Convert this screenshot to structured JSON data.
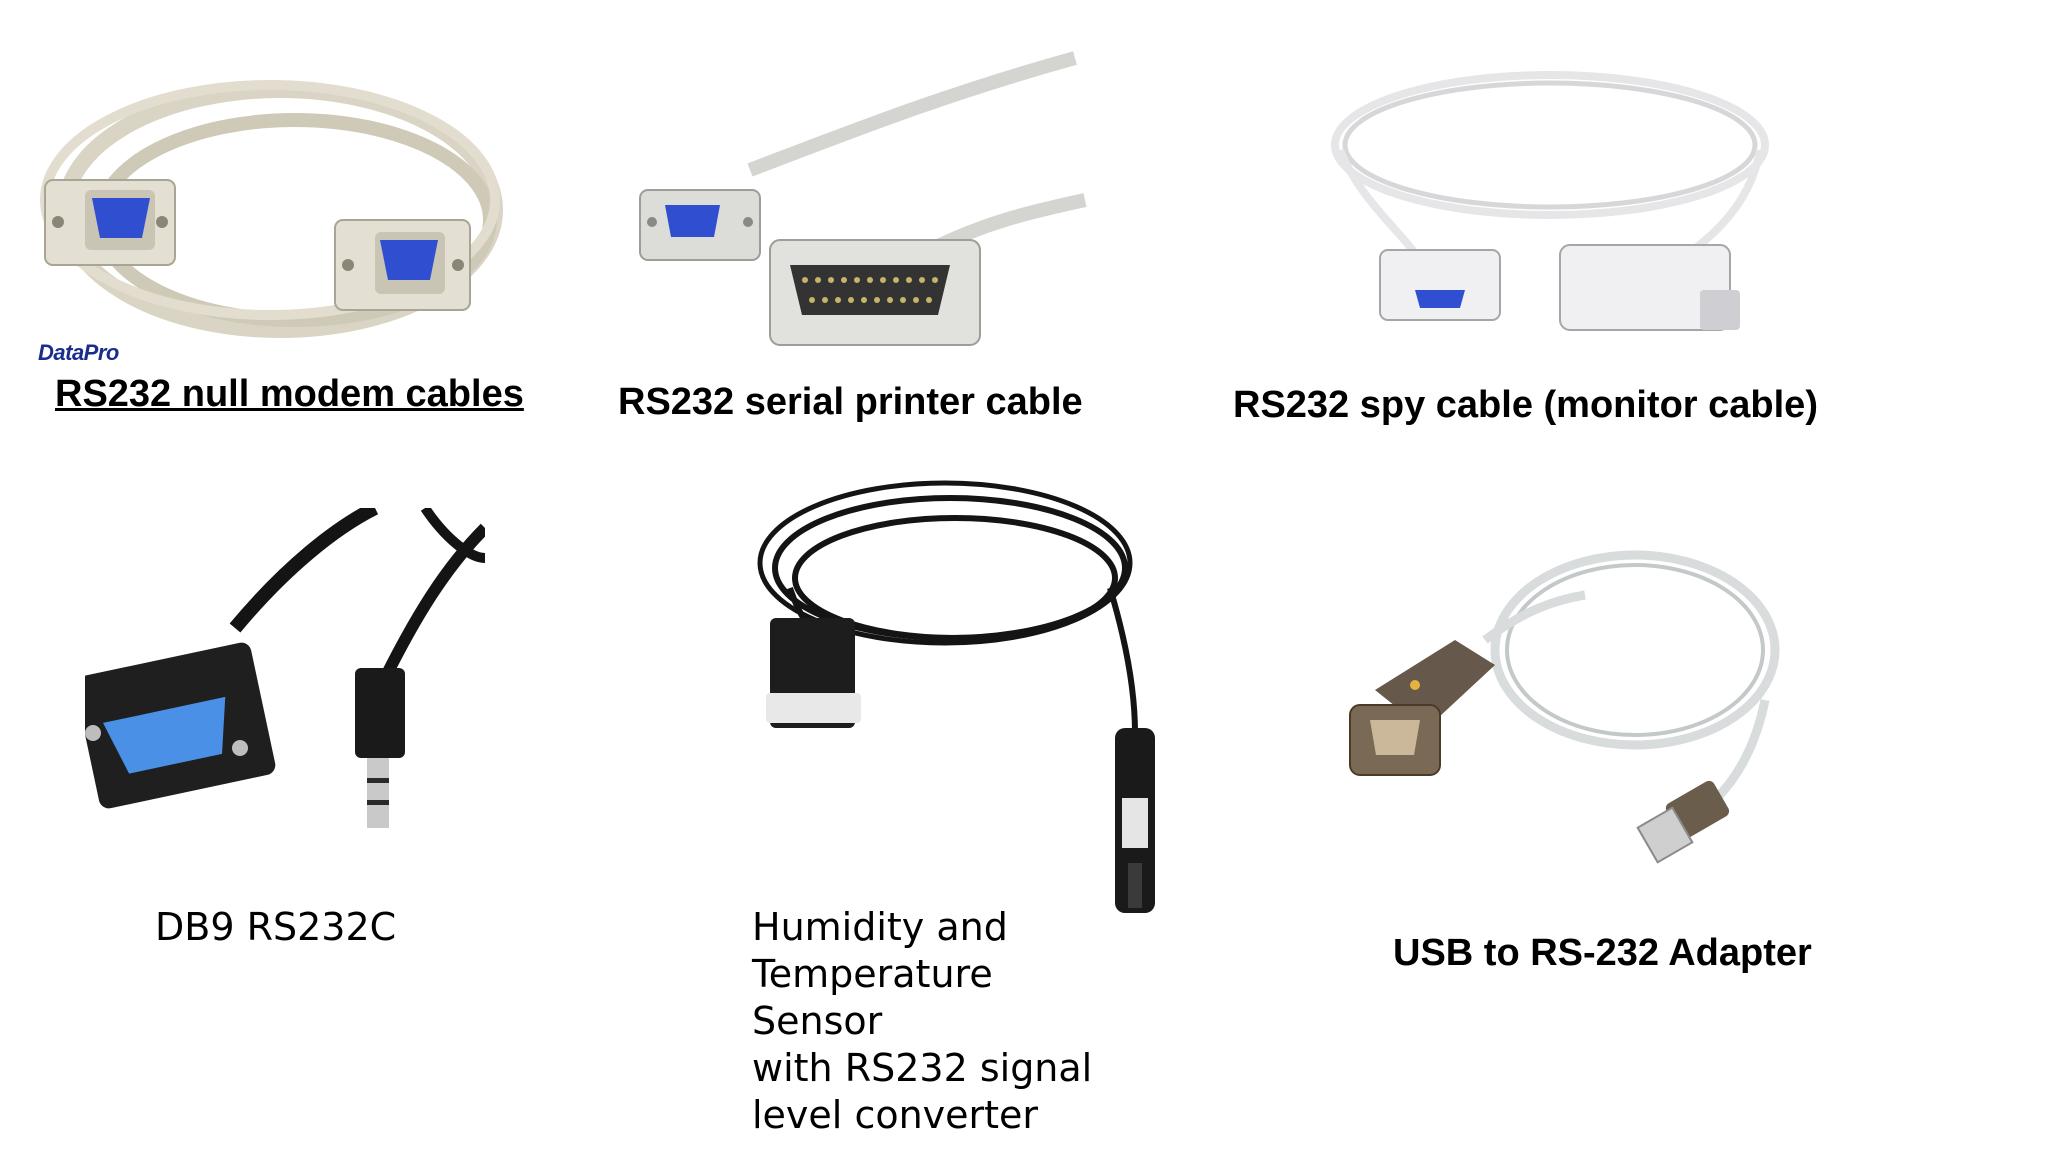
{
  "slide": {
    "items": [
      {
        "caption": "RS232 null modem cables",
        "brand": "DataPro",
        "image_subject": "beige DB9 female-to-female null modem cable coil"
      },
      {
        "caption": "RS232 serial printer cable",
        "image_subject": "grey DB9 female to DB25 male serial printer cable"
      },
      {
        "caption": "RS232 spy cable (monitor cable)",
        "image_subject": "white DB9 spy cable with inline adapter"
      },
      {
        "caption": "DB9 RS232C",
        "image_subject": "black DB9 female connector with 3.5mm audio jack"
      },
      {
        "caption": "Humidity and\nTemperature\nSensor\nwith RS232 signal\nlevel converter",
        "image_subject": "black sensor probe cable with DB9 connector"
      },
      {
        "caption": "USB to RS-232 Adapter",
        "image_subject": "translucent USB to DB9 serial adapter cable"
      }
    ]
  },
  "colors": {
    "beige_cable": "#d9d4c4",
    "grey_cable": "#d4d4d0",
    "white_cable": "#e6e6e8",
    "black_cable": "#141414",
    "connector_blue": "#2f4fd0",
    "brand_blue": "#1a2d8c"
  }
}
